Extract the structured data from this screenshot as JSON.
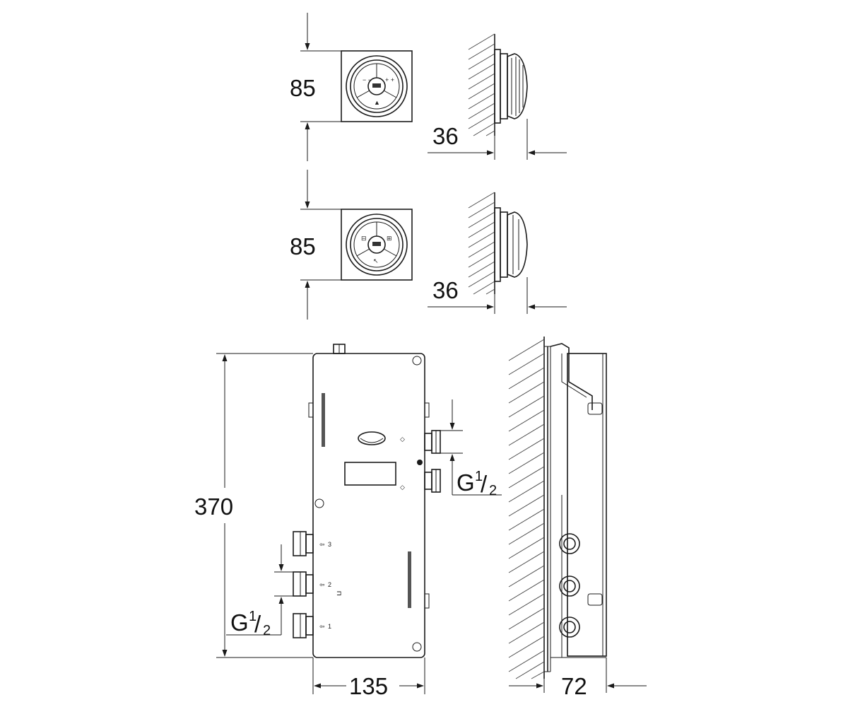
{
  "dimensions": {
    "panel_top_height": "85",
    "panel_top_depth": "36",
    "panel_bottom_height": "85",
    "panel_bottom_depth": "36",
    "box_height": "370",
    "box_width": "135",
    "box_depth": "72"
  },
  "threads": {
    "outlet_thread": "G",
    "outlet_frac_num": "1",
    "outlet_frac_den": "2",
    "inlet_thread": "G",
    "inlet_frac_num": "1",
    "inlet_frac_den": "2"
  },
  "port_labels": {
    "outlet_1": "1",
    "outlet_2": "2",
    "outlet_3": "3"
  },
  "colors": {
    "line": "#1a1a1a",
    "background": "#ffffff"
  }
}
